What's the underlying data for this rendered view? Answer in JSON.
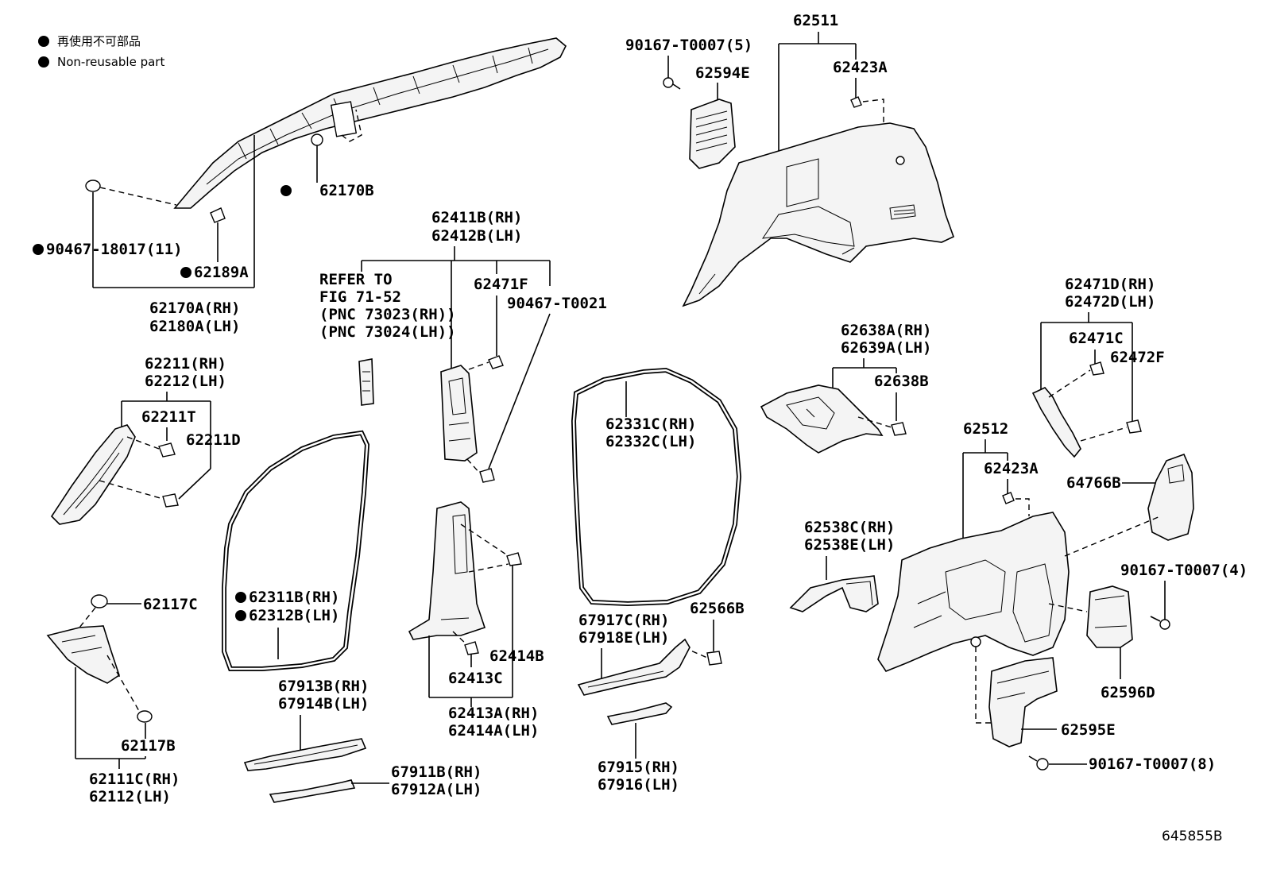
{
  "legend": {
    "line1": "再使用不可部品",
    "line2": "Non-reusable part"
  },
  "figure_id": "645855B",
  "labels": {
    "p62511": "62511",
    "p90167_5": "90167-T0007(5)",
    "p62594E": "62594E",
    "p62423A_top": "62423A",
    "p62170B": "62170B",
    "p90467_18017": "90467-18017(11)",
    "p62189A": "62189A",
    "p62170A": "62170A(RH)",
    "p62180A": "62180A(LH)",
    "p62411B": "62411B(RH)",
    "p62412B": "62412B(LH)",
    "refer1": "REFER TO",
    "refer2": "FIG 71-52",
    "refer3": "(PNC 73023(RH))",
    "refer4": "(PNC 73024(LH))",
    "p62471F": "62471F",
    "p90467_T0021": "90467-T0021",
    "p62211": "62211(RH)",
    "p62212": "62212(LH)",
    "p62211T": "62211T",
    "p62211D": "62211D",
    "p62331C": "62331C(RH)",
    "p62332C": "62332C(LH)",
    "p62638A": "62638A(RH)",
    "p62639A": "62639A(LH)",
    "p62638B": "62638B",
    "p62471D": "62471D(RH)",
    "p62472D": "62472D(LH)",
    "p62471C": "62471C",
    "p62472F": "62472F",
    "p62512": "62512",
    "p62423A_bot": "62423A",
    "p64766B": "64766B",
    "p62311B": "62311B(RH)",
    "p62312B": "62312B(LH)",
    "p62117C": "62117C",
    "p62117B": "62117B",
    "p62111C": "62111C(RH)",
    "p62112": "62112(LH)",
    "p62414B": "62414B",
    "p62413C": "62413C",
    "p62413A": "62413A(RH)",
    "p62414A": "62414A(LH)",
    "p62538C": "62538C(RH)",
    "p62538E": "62538E(LH)",
    "p90167_4": "90167-T0007(4)",
    "p62566B": "62566B",
    "p67917C": "67917C(RH)",
    "p67918E": "67918E(LH)",
    "p62596D": "62596D",
    "p67913B": "67913B(RH)",
    "p67914B": "67914B(LH)",
    "p62595E": "62595E",
    "p90167_8": "90167-T0007(8)",
    "p67911B": "67911B(RH)",
    "p67912A": "67912A(LH)",
    "p67915": "67915(RH)",
    "p67916": "67916(LH)"
  }
}
